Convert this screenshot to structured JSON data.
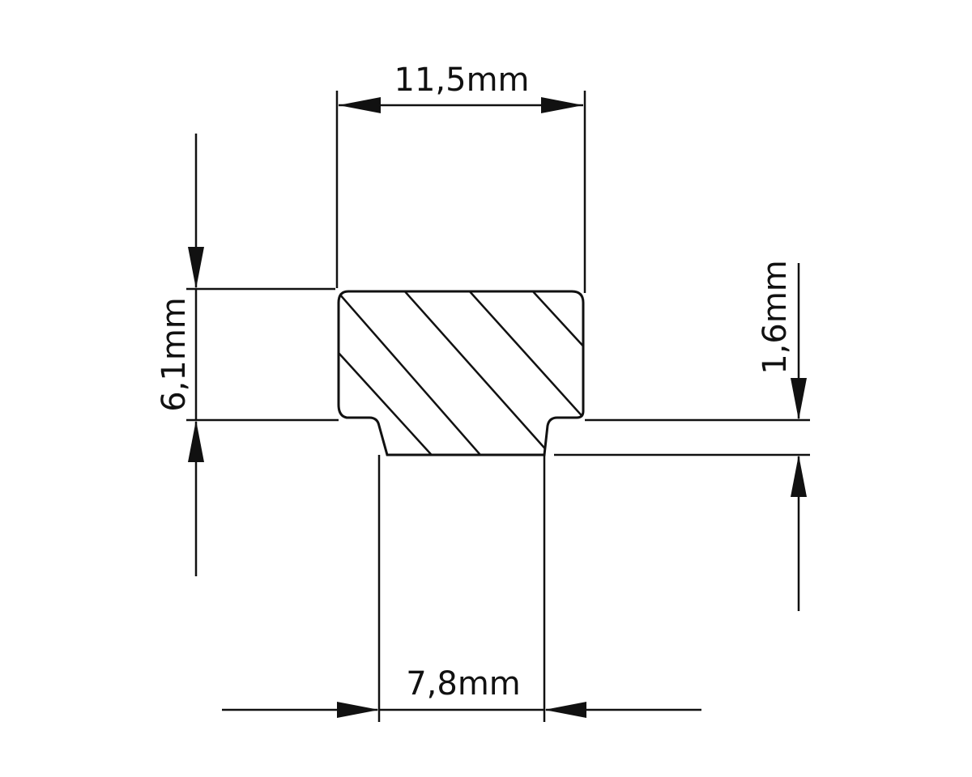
{
  "dimensions": {
    "top_width": "11,5mm",
    "total_height": "6,1mm",
    "lip_height": "1,6mm",
    "bottom_width": "7,8mm"
  },
  "colors": {
    "ink": "#111111",
    "background": "#ffffff"
  }
}
